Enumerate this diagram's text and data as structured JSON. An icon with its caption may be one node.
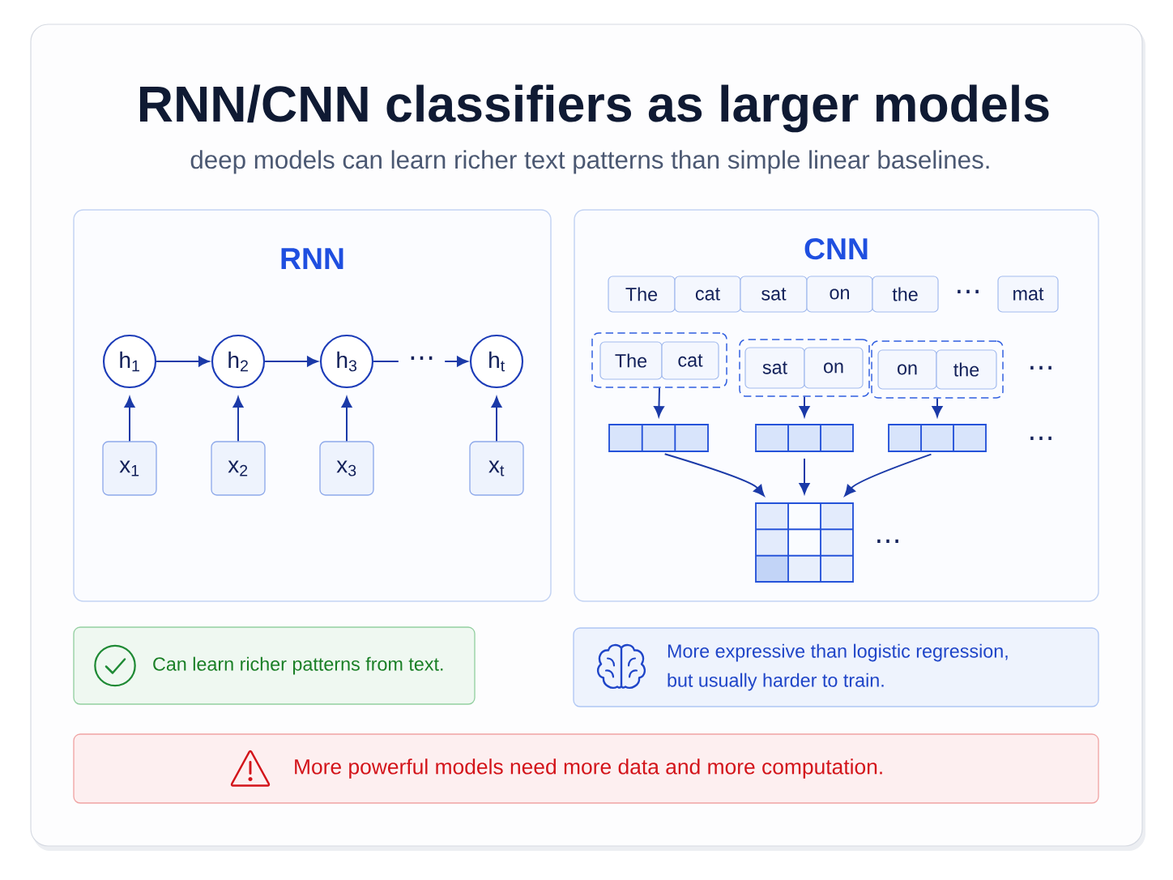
{
  "diagram": {
    "title": "RNN/CNN classifiers as larger models",
    "nodes": [
      {
        "text": [
          "RNN"
        ]
      },
      {
        "text": [
          "h$_{1}$"
        ],
        "in": 0
      },
      {
        "text": [
          "h$_{2}$"
        ],
        "in": 0
      },
      {
        "text": [
          "h$_{3}$"
        ],
        "in": 0
      },
      {
        "text": [
          "h$_{t}$"
        ],
        "in": 0
      },
      {
        "text": [
          "x$_{1}$"
        ],
        "in": 0
      },
      {
        "text": [
          "x$_{2}$"
        ],
        "in": 0
      },
      {
        "text": [
          "x$_{3}$"
        ],
        "in": 0
      },
      {
        "text": [
          "x$_{t}$"
        ],
        "in": 0
      },
      {
        "text": [
          "CNN"
        ]
      },
      {
        "text": [
          "The"
        ],
        "in": 9
      },
      {
        "text": [
          "cat"
        ],
        "in": 9
      },
      {
        "text": [
          "sat"
        ],
        "in": 9
      },
      {
        "text": [
          "on"
        ],
        "in": 9
      },
      {
        "text": [
          "the"
        ],
        "in": 9
      },
      {
        "text": [
          "mat"
        ],
        "in": 9
      },
      {
        "text": [],
        "shape": "box",
        "in": 9
      },
      {
        "text": [
          "The"
        ],
        "in": 16
      },
      {
        "text": [
          "cat"
        ],
        "in": 16
      },
      {
        "text": [],
        "shape": "box",
        "in": 9
      },
      {
        "text": [
          "sat"
        ],
        "in": 19
      },
      {
        "text": [
          "on"
        ],
        "in": 19
      },
      {
        "text": [],
        "shape": "box",
        "in": 9
      },
      {
        "text": [
          "on"
        ],
        "in": 22
      },
      {
        "text": [
          "the"
        ],
        "in": 22
      },
      {
        "text": [],
        "shape": "bar",
        "in": 9
      },
      {
        "text": [],
        "shape": "bar",
        "in": 9
      },
      {
        "text": [],
        "shape": "bar",
        "in": 9
      },
      {
        "text": [],
        "shape": "grid",
        "in": 9
      },
      {
        "text": [
          "Can learn richer patterns from text."
        ]
      },
      {
        "text": [
          "More expressive than logistic regression, but usually harder to train."
        ]
      },
      {
        "text": [
          "More powerful models need more data and more computation."
        ]
      }
    ],
    "edges": [
      {
        "from": 1,
        "to": 2,
        "arrow": "to"
      },
      {
        "from": 2,
        "to": 3,
        "arrow": "to"
      },
      {
        "from": 3,
        "to": 4,
        "arrow": "to",
        "label": "⋯"
      },
      {
        "from": 5,
        "to": 1,
        "arrow": "to"
      },
      {
        "from": 6,
        "to": 2,
        "arrow": "to"
      },
      {
        "from": 7,
        "to": 3,
        "arrow": "to"
      },
      {
        "from": 8,
        "to": 4,
        "arrow": "to"
      },
      {
        "from": 16,
        "to": 25,
        "arrow": "to"
      },
      {
        "from": 19,
        "to": 26,
        "arrow": "to"
      },
      {
        "from": 22,
        "to": 27,
        "arrow": "to"
      },
      {
        "from": 25,
        "to": 28,
        "arrow": "to"
      },
      {
        "from": 26,
        "to": 28,
        "arrow": "to"
      },
      {
        "from": 27,
        "to": 28,
        "arrow": "to"
      }
    ],
    "labels": [
      "deep models can learn richer text patterns than simple linear baselines.",
      "⋯",
      "⋯",
      "⋯",
      "⋯"
    ]
  }
}
